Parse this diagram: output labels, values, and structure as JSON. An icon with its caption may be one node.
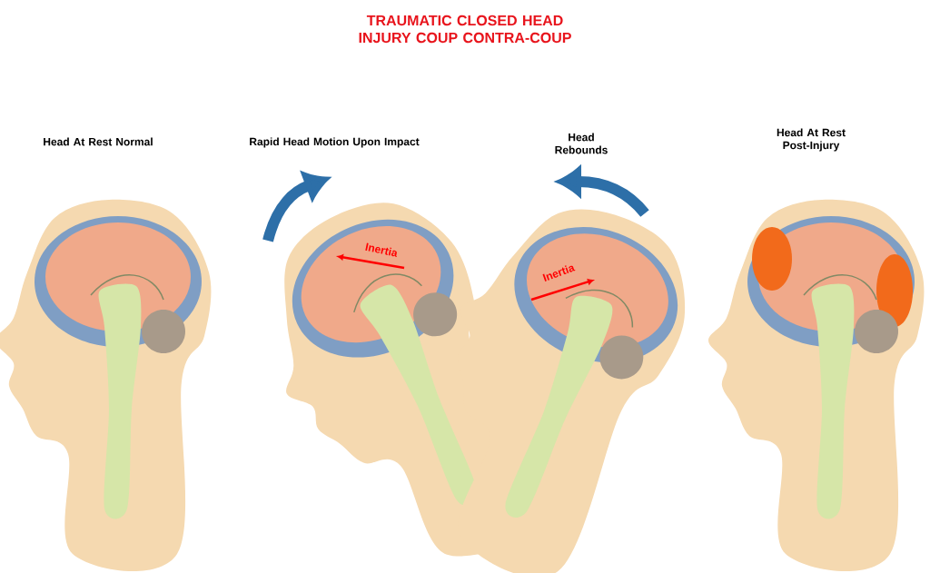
{
  "diagram": {
    "title": "TRAUMATIC CLOSED HEAD INJURY COUP CONTRA-COUP",
    "labels": [
      "Head At Rest Normal",
      "Rapid Head Motion Upon Impact",
      "Head Rebounds",
      "Head At Rest Post-Injury",
      "Inertia",
      "Inertia"
    ]
  }
}
